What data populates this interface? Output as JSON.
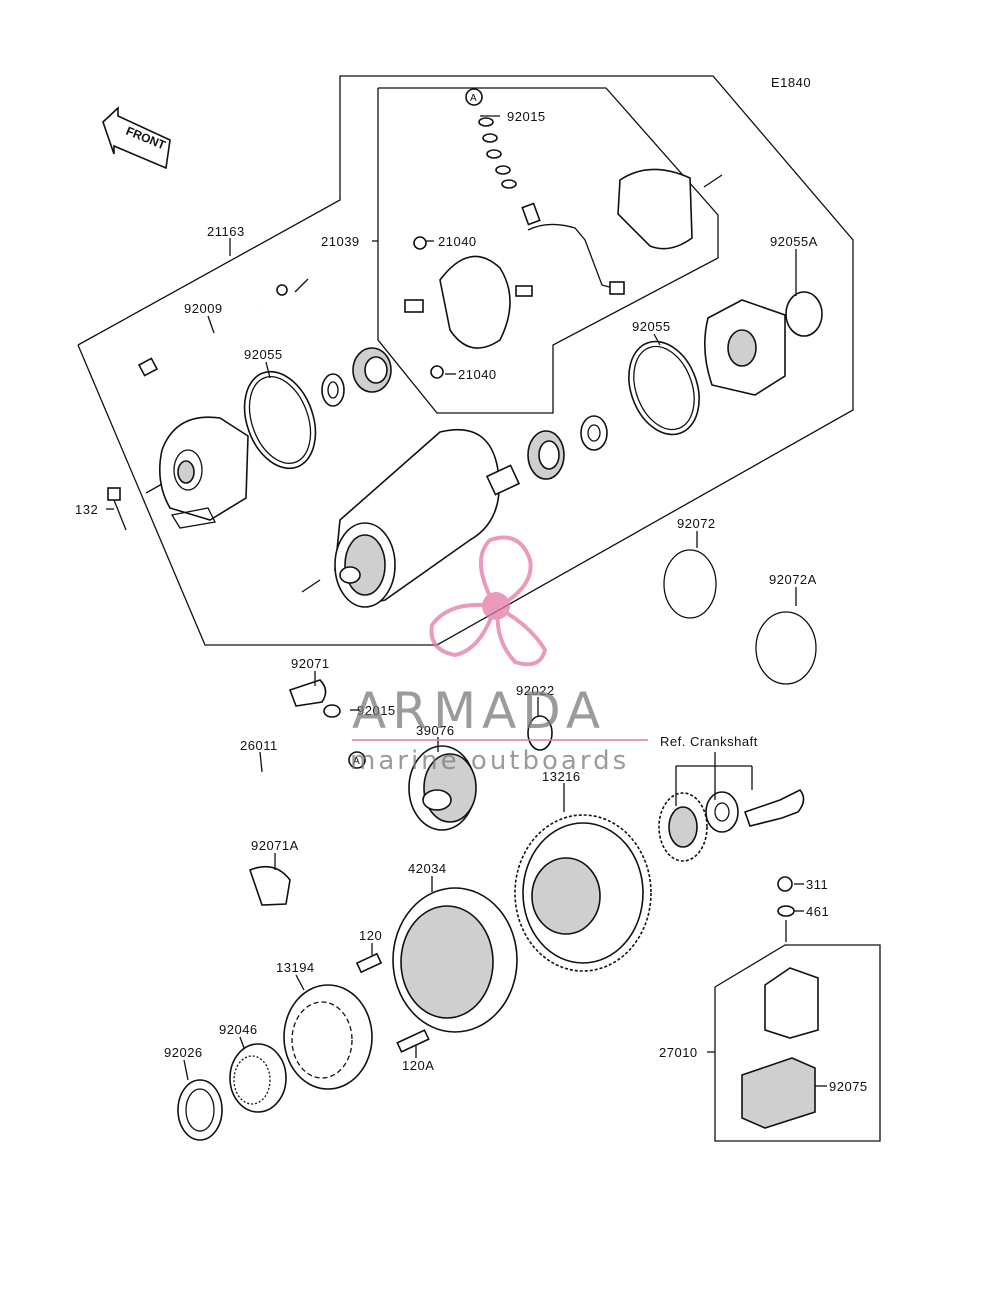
{
  "diagram": {
    "code": "E1840",
    "front_label": "FRONT",
    "ref_crankshaft": "Ref. Crankshaft",
    "circle_marker": "A",
    "parts": {
      "p21163": "21163",
      "p92009": "92009",
      "p92055_left": "92055",
      "p132": "132",
      "p21039": "21039",
      "p21040_top": "21040",
      "p21040_bottom": "21040",
      "p92015_top": "92015",
      "p92055A": "92055A",
      "p92055_right": "92055",
      "p92072": "92072",
      "p92072A": "92072A",
      "p92071": "92071",
      "p92015_mid": "92015",
      "p26011": "26011",
      "p92022": "92022",
      "p39076": "39076",
      "p13216": "13216",
      "p92071A": "92071A",
      "p42034": "42034",
      "p120": "120",
      "p13194": "13194",
      "p92046": "92046",
      "p92026": "92026",
      "p120A": "120A",
      "p311": "311",
      "p461": "461",
      "p27010": "27010",
      "p92075": "92075"
    }
  },
  "watermark": {
    "brand": "ARMADA",
    "tagline": "marine outboards",
    "color": "#e47aa8"
  }
}
